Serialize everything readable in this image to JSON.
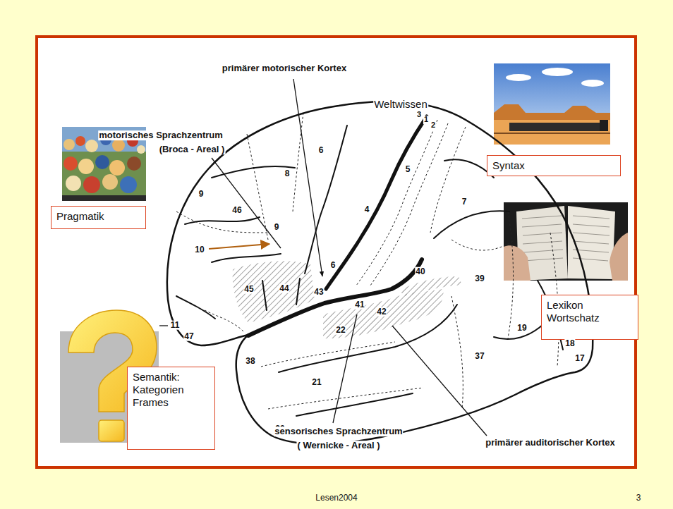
{
  "diagram": {
    "nodes": [
      {
        "text": [
          "Pragmatik"
        ]
      },
      {
        "text": [
          "Syntax"
        ]
      },
      {
        "text": [
          "Lexikon Wortschatz"
        ]
      },
      {
        "text": [
          "Semantik: Kategorien Frames"
        ]
      }
    ],
    "labels": [
      "primärer motorischer Kortex",
      "Weltwissen",
      "3",
      "1",
      "2",
      "motorisches Sprachzentrum",
      "(Broca - Areal )",
      "6",
      "5",
      "8",
      "9",
      "7",
      "4",
      "46",
      "9",
      "10",
      "6",
      "40",
      "39",
      "44",
      "45",
      "43",
      "41",
      "42",
      "11",
      "19",
      "22",
      "47",
      "18",
      "37",
      "38",
      "17",
      "21",
      "20",
      "sensorisches Sprachzentrum",
      "( Wernicke - Areal )",
      "primärer auditorischer Kortex",
      "Lesen2004",
      "3"
    ]
  }
}
